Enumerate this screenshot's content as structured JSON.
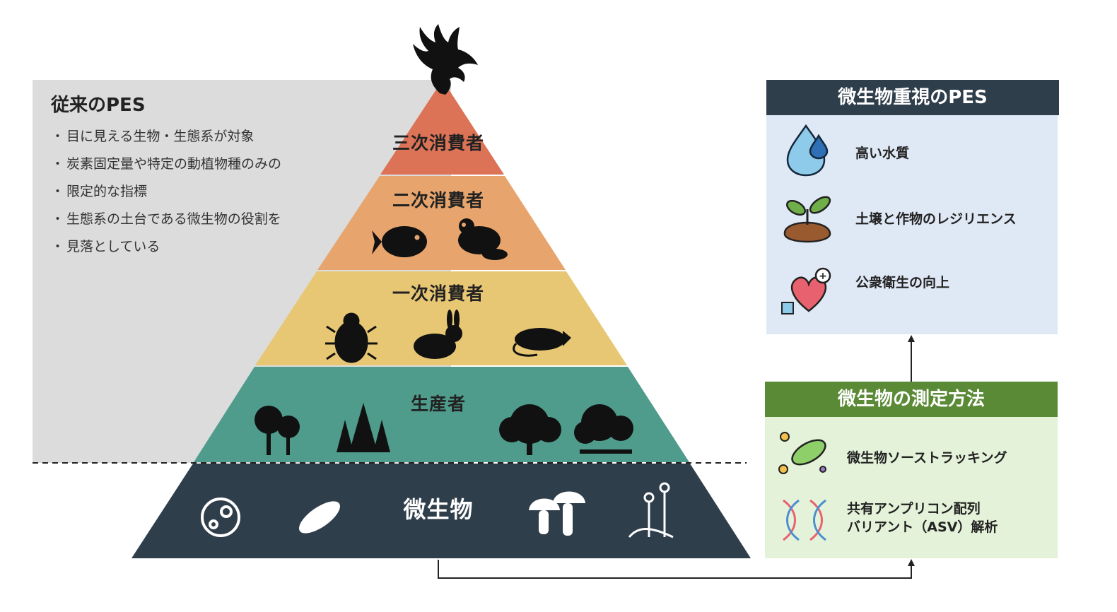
{
  "traditional_pes": {
    "title": "従来のPES",
    "bullets": [
      "目に見える生物・生態系が対象",
      "炭素固定量や特定の動植物種のみの",
      "限定的な指標",
      "生態系の土台である微生物の役割を",
      "見落としている"
    ]
  },
  "pyramid": {
    "levels": [
      {
        "label": "三次消費者",
        "color": "#dc7256"
      },
      {
        "label": "二次消費者",
        "color": "#e7a46d"
      },
      {
        "label": "一次消費者",
        "color": "#e8c774"
      },
      {
        "label": "生産者",
        "color": "#4f9c8d"
      },
      {
        "label": "微生物",
        "color": "#2f3e4b"
      }
    ]
  },
  "microbial_pes": {
    "title": "微生物重視のPES",
    "header_color": "#2f3e4b",
    "body_color": "#dfe8f5",
    "items": [
      {
        "text": "高い水質",
        "icon": "water-drop-icon"
      },
      {
        "text": "土壌と作物のレジリエンス",
        "icon": "sprout-soil-icon"
      },
      {
        "text": "公衆衛生の向上",
        "icon": "heart-hand-icon"
      }
    ]
  },
  "measurement": {
    "title": "微生物の測定方法",
    "header_color": "#5a8a35",
    "body_color": "#e4f2d9",
    "items": [
      {
        "text": "微生物ソーストラッキング",
        "icon": "bacteria-tracking-icon"
      },
      {
        "line1": "共有アンプリコン配列",
        "line2": "バリアント（ASV）解析",
        "icon": "dna-icon"
      }
    ]
  }
}
